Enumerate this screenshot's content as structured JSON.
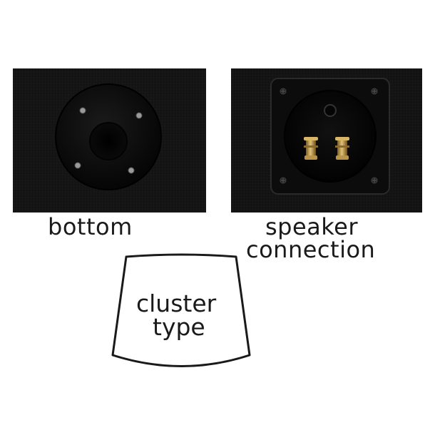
{
  "captions": {
    "bottom": "bottom",
    "speaker_line1": "speaker",
    "speaker_line2": "connection",
    "cluster_line1": "cluster",
    "cluster_line2": "type"
  },
  "colors": {
    "panel_background": "#141414",
    "plate": "#080808",
    "screw": "#9a9a9a",
    "terminal_gold": "#c9a24a",
    "text": "#1a1a1a",
    "outline": "#1a1a1a"
  },
  "icons": {
    "left_photo": "mounting-flange-photo",
    "right_photo": "terminal-plate-photo",
    "cluster_shape": "trapezoid-outline"
  }
}
